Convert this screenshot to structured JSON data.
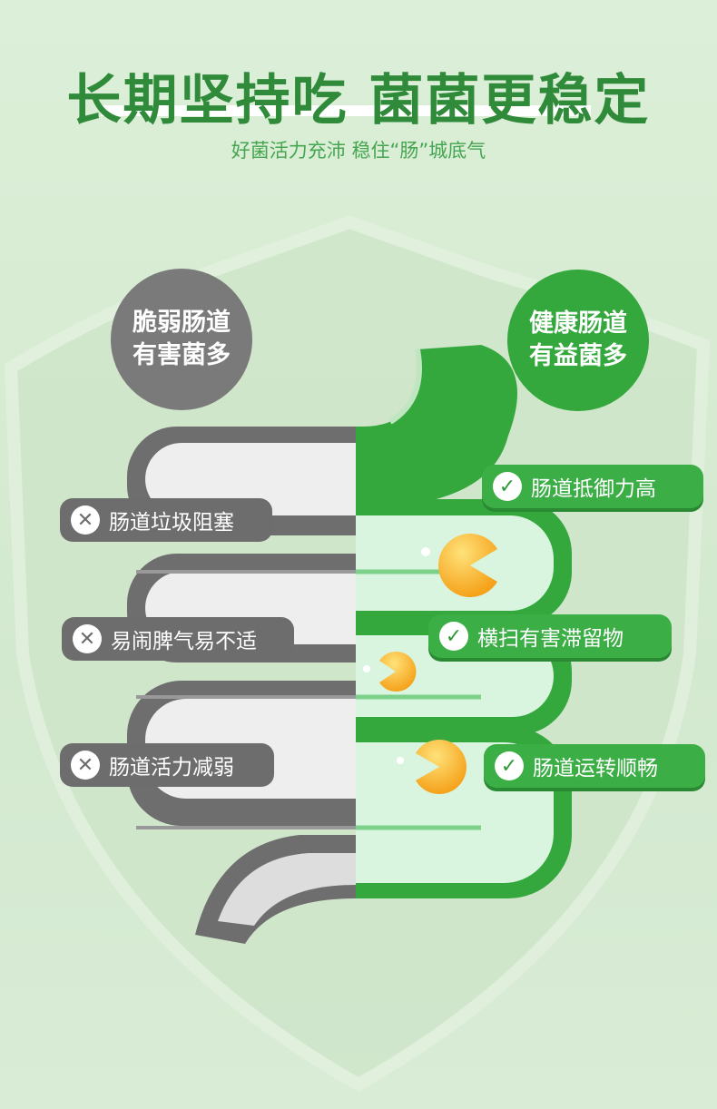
{
  "header": {
    "title": "长期坚持吃 菌菌更稳定",
    "subtitle": "好菌活力充沛 稳住“肠”城底气"
  },
  "left_badge": {
    "line1": "脆弱肠道",
    "line2": "有害菌多"
  },
  "right_badge": {
    "line1": "健康肠道",
    "line2": "有益菌多"
  },
  "bad_points": [
    {
      "icon": "x-icon",
      "glyph": "✕",
      "label": "肠道垃圾阻塞"
    },
    {
      "icon": "x-icon",
      "glyph": "✕",
      "label": "易闹脾气易不适"
    },
    {
      "icon": "x-icon",
      "glyph": "✕",
      "label": "肠道活力减弱"
    }
  ],
  "good_points": [
    {
      "icon": "check-icon",
      "glyph": "✓",
      "label": "肠道抵御力高"
    },
    {
      "icon": "check-icon",
      "glyph": "✓",
      "label": "横扫有害滞留物"
    },
    {
      "icon": "check-icon",
      "glyph": "✓",
      "label": "肠道运转顺畅"
    }
  ],
  "colors": {
    "green": "#34a83d",
    "gray": "#7a7a7a",
    "title": "#2f8a3a",
    "background": "#d8ebd4"
  }
}
